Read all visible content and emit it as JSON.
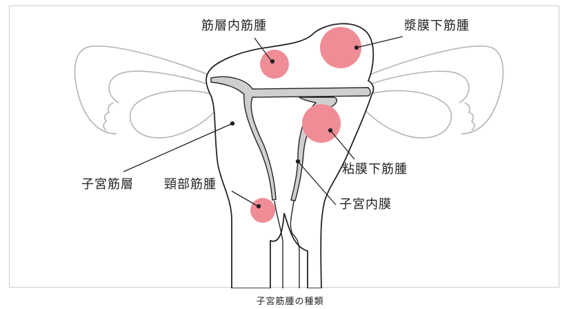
{
  "labels": {
    "intramural": "筋層内筋腫",
    "subserosal": "漿膜下筋腫",
    "submucosal": "粘膜下筋腫",
    "myometrium": "子宮筋層",
    "cervical": "頸部筋腫",
    "endometrium": "子宮内膜"
  },
  "caption": "子宮筋腫の種類",
  "colors": {
    "fibroid": "#f08c96",
    "outline": "#222222",
    "faint_outline": "#b3b3b3",
    "lining": "#cfcfcf"
  }
}
